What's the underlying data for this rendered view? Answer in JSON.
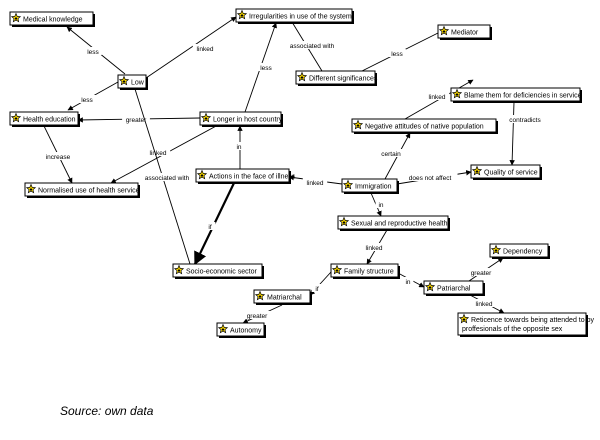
{
  "nodes": [
    {
      "id": "medical",
      "label": "Medical knowledge"
    },
    {
      "id": "irregularities",
      "label": "Irregularities in use of the system"
    },
    {
      "id": "mediator",
      "label": "Mediator"
    },
    {
      "id": "different",
      "label": "Different significances"
    },
    {
      "id": "blame",
      "label": "Blame them for deficiencies in service"
    },
    {
      "id": "low",
      "label": "Low"
    },
    {
      "id": "health_ed",
      "label": "Health education"
    },
    {
      "id": "longer",
      "label": "Longer in host country"
    },
    {
      "id": "negative",
      "label": "Negative attitudes of native population"
    },
    {
      "id": "normalised",
      "label": "Normalised use of health service"
    },
    {
      "id": "actions",
      "label": "Actions in the face of illness"
    },
    {
      "id": "immigration",
      "label": "Immigration"
    },
    {
      "id": "quality",
      "label": "Quality of service"
    },
    {
      "id": "sexual",
      "label": "Sexual and reproductive health"
    },
    {
      "id": "dependency",
      "label": "Dependency"
    },
    {
      "id": "socio",
      "label": "Socio-economic sector"
    },
    {
      "id": "family",
      "label": "Family structure"
    },
    {
      "id": "patriarchal",
      "label": "Patriarchal"
    },
    {
      "id": "matriarchal",
      "label": "Matriarchal"
    },
    {
      "id": "reticence",
      "label": "Reticence towards being attended to by proffesionals of the opposite sex"
    },
    {
      "id": "autonomy",
      "label": "Autonomy"
    }
  ],
  "edges": [
    {
      "id": "e1",
      "label": "less"
    },
    {
      "id": "e2",
      "label": "linked"
    },
    {
      "id": "e3",
      "label": "less"
    },
    {
      "id": "e4",
      "label": "associated with"
    },
    {
      "id": "e5",
      "label": "less"
    },
    {
      "id": "e6",
      "label": "less"
    },
    {
      "id": "e7",
      "label": "greater"
    },
    {
      "id": "e8",
      "label": "increase"
    },
    {
      "id": "e9",
      "label": "linked"
    },
    {
      "id": "e10",
      "label": "associated with"
    },
    {
      "id": "e11",
      "label": "in"
    },
    {
      "id": "e12",
      "label": "linked"
    },
    {
      "id": "e13",
      "label": "contradicts"
    },
    {
      "id": "e14",
      "label": "certain"
    },
    {
      "id": "e15",
      "label": "linked"
    },
    {
      "id": "e16",
      "label": "does not affect"
    },
    {
      "id": "e17",
      "label": "if"
    },
    {
      "id": "e18",
      "label": "in"
    },
    {
      "id": "e19",
      "label": "linked"
    },
    {
      "id": "e20",
      "label": "in"
    },
    {
      "id": "e21",
      "label": "if"
    },
    {
      "id": "e22",
      "label": "greater"
    },
    {
      "id": "e23",
      "label": "linked"
    },
    {
      "id": "e24",
      "label": "greater"
    }
  ],
  "caption": "Source: own data",
  "colors": {
    "star_icon": "#ffdd00",
    "line": "#000000",
    "shadow": "#000000"
  }
}
